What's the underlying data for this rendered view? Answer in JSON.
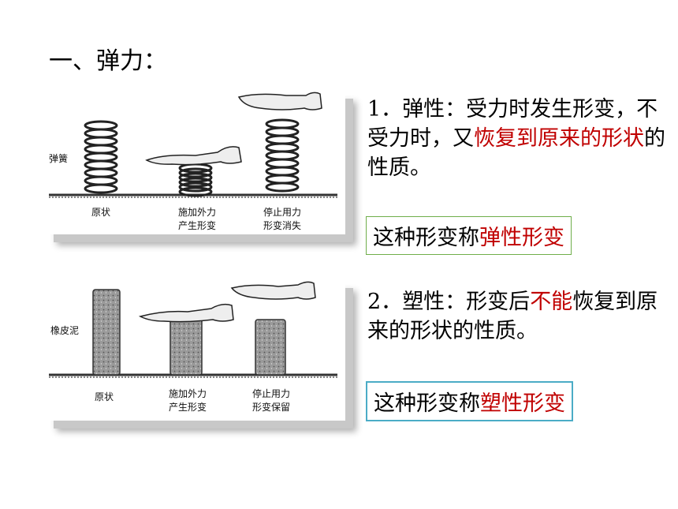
{
  "title": "一、弹力：",
  "figure1": {
    "side_label": "弹簧",
    "captions": [
      {
        "line1": "原状",
        "line2": ""
      },
      {
        "line1": "施加外力",
        "line2": "产生形变"
      },
      {
        "line1": "停止用力",
        "line2": "形变消失"
      }
    ]
  },
  "figure2": {
    "side_label": "橡皮泥",
    "captions": [
      {
        "line1": "原状",
        "line2": ""
      },
      {
        "line1": "施加外力",
        "line2": "产生形变"
      },
      {
        "line1": "停止用力",
        "line2": "形变保留"
      }
    ]
  },
  "elasticity": {
    "number": "1．",
    "text_a": "弹性：受力时发生形变，不受力时，又",
    "text_red": "恢复到原来的形状",
    "text_b": "的性质。",
    "box_prefix": "这种形变称",
    "box_term": "弹性形变"
  },
  "plasticity": {
    "number": "2．",
    "text_a": "塑性：形变后",
    "text_red": "不能",
    "text_b": "恢复到原来的形状的性质。",
    "box_prefix": "这种形变称",
    "box_term": "塑性形变"
  },
  "colors": {
    "emphasis": "#c00000",
    "box1_border": "#6fae4a",
    "box2_border": "#4bacc6"
  }
}
